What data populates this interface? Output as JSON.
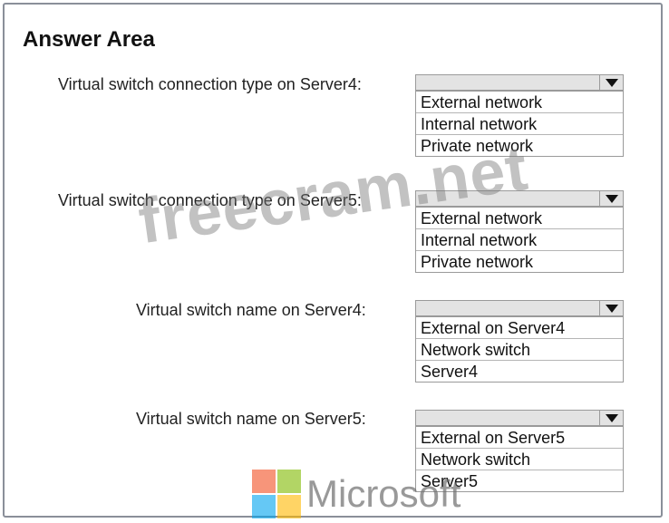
{
  "title": "Answer Area",
  "questions": [
    {
      "label": "Virtual switch connection type on Server4:",
      "options": [
        "External network",
        "Internal network",
        "Private network"
      ]
    },
    {
      "label": "Virtual switch connection type on Server5:",
      "options": [
        "External network",
        "Internal network",
        "Private network"
      ]
    },
    {
      "label": "Virtual switch name on Server4:",
      "options": [
        "External on Server4",
        "Network switch",
        "Server4"
      ]
    },
    {
      "label": "Virtual switch name on Server5:",
      "options": [
        "External on Server5",
        "Network switch",
        "Server5"
      ]
    }
  ],
  "watermark": "freecram.net",
  "brand": {
    "wordmark": "Microsoft",
    "colors": [
      "#f25022",
      "#7fba00",
      "#00a4ef",
      "#ffb900"
    ]
  }
}
